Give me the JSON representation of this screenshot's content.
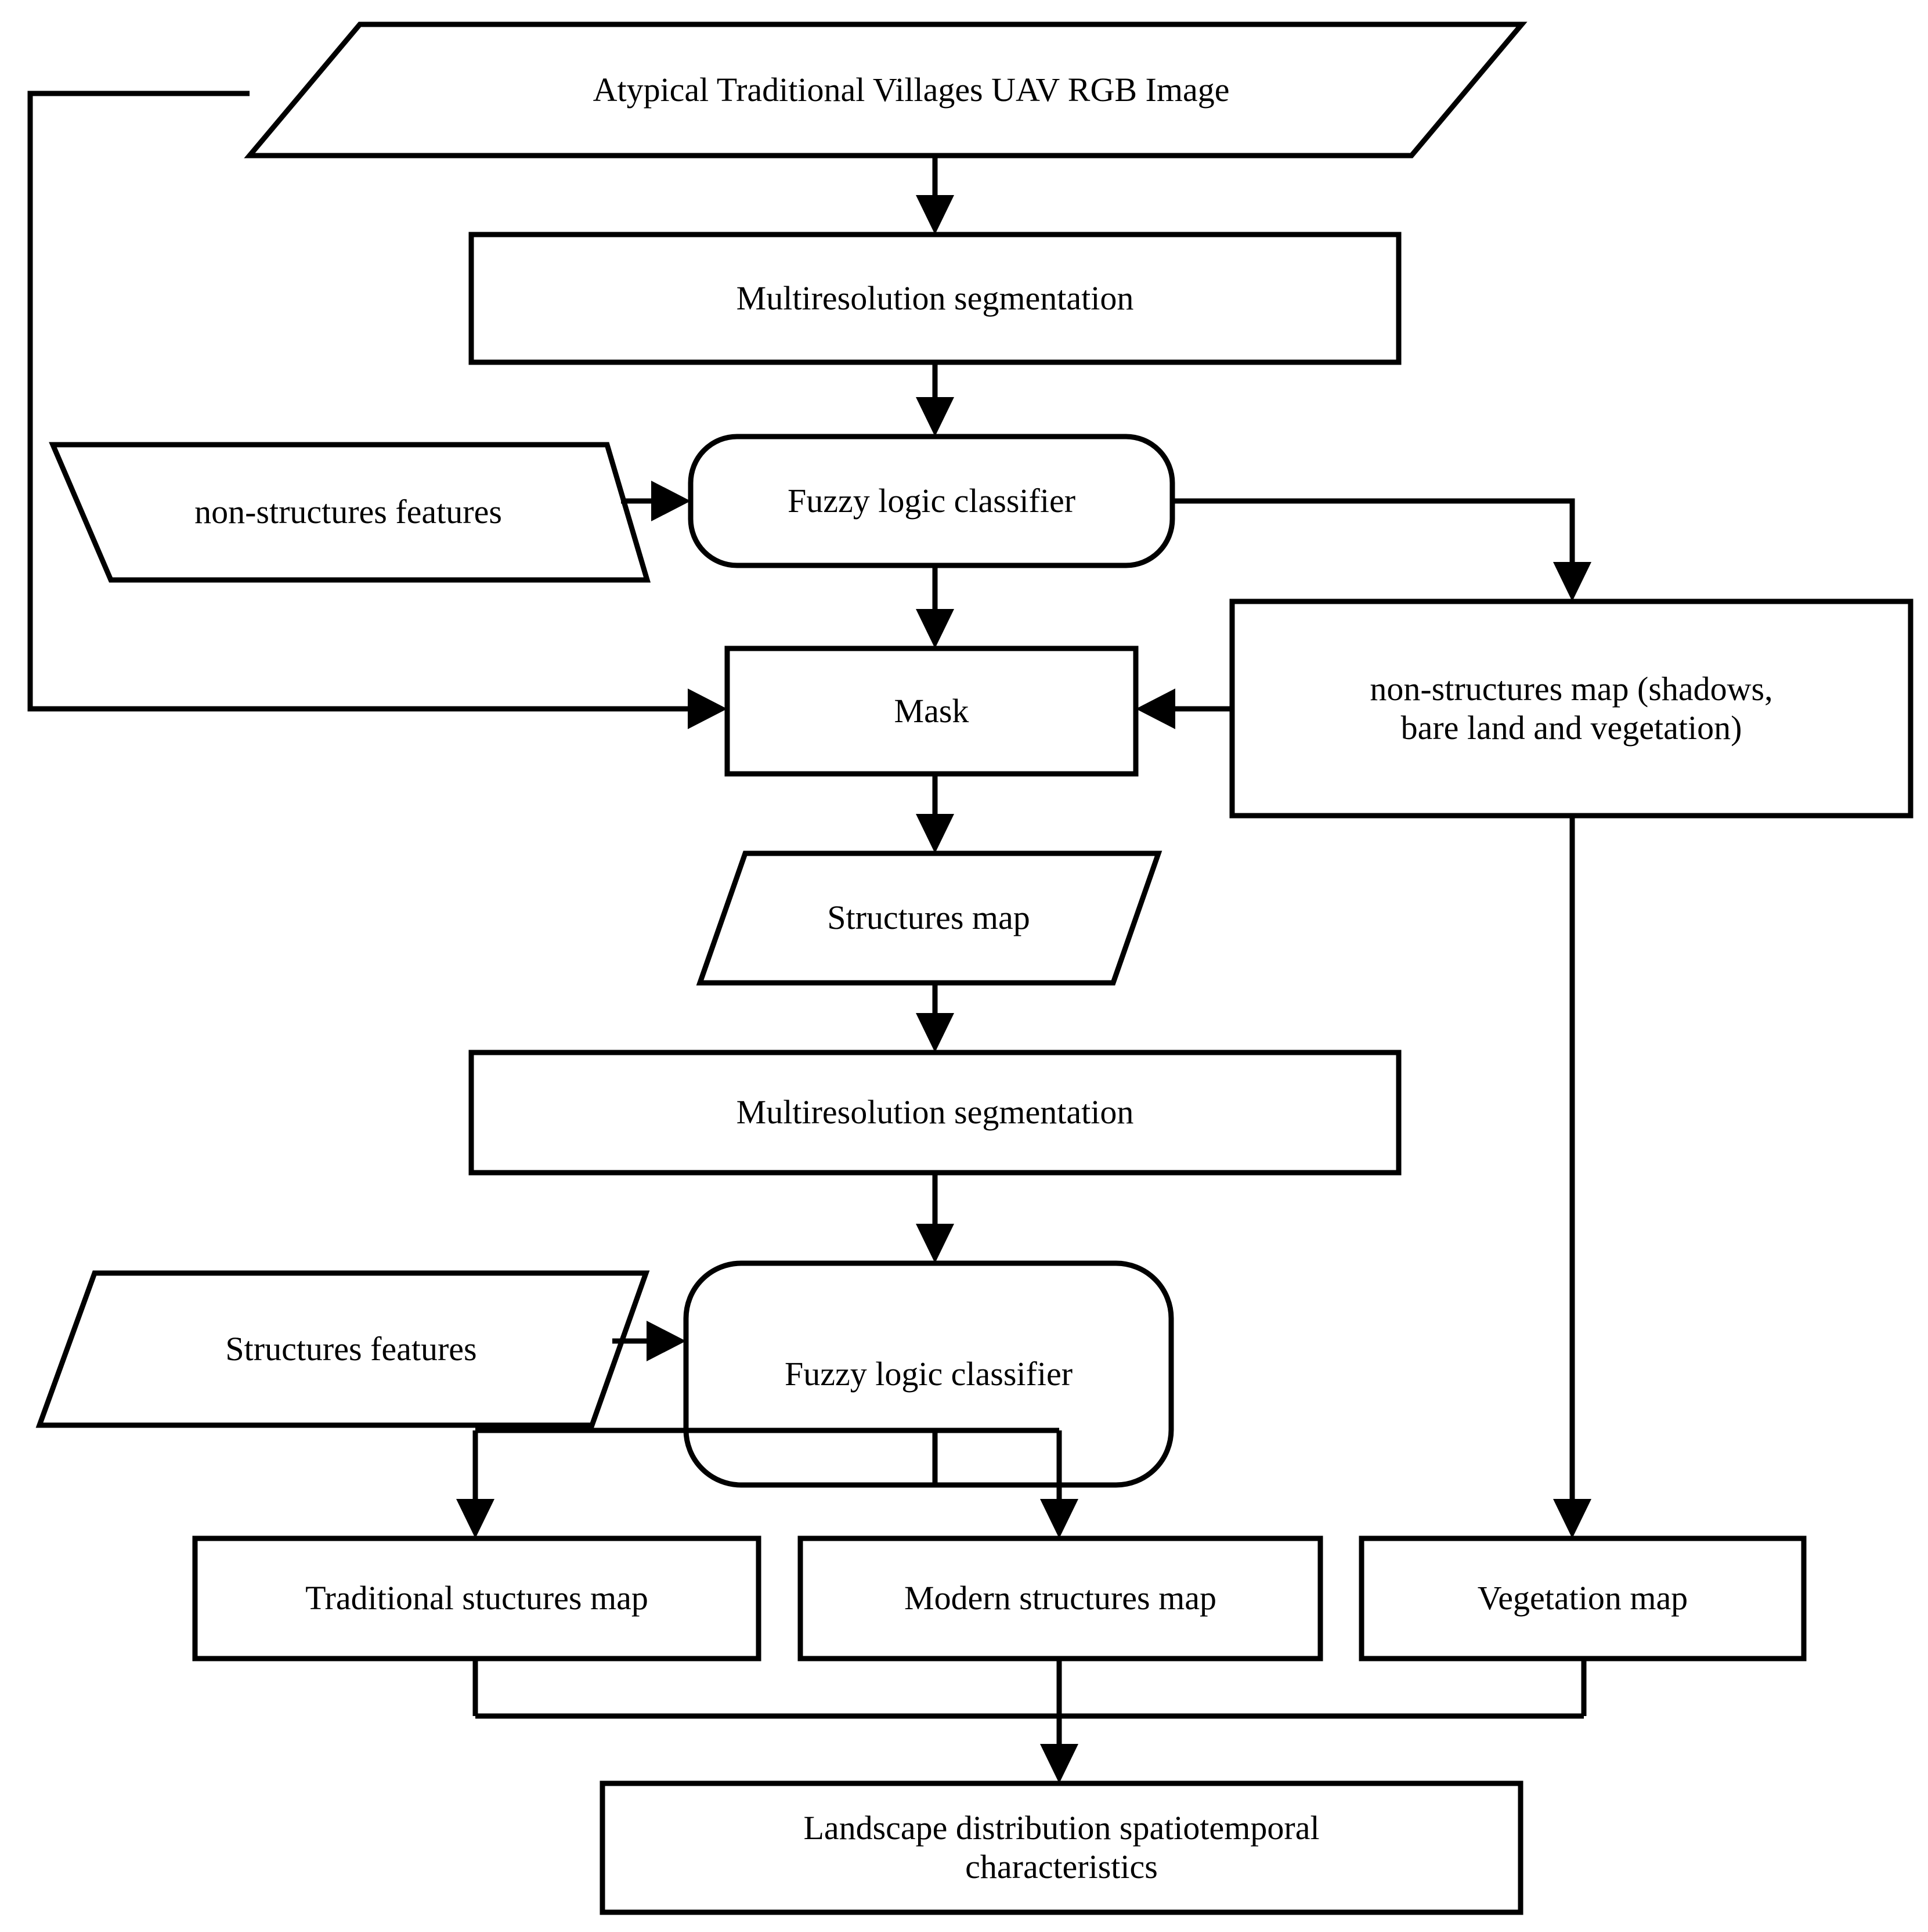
{
  "diagram": {
    "type": "flowchart",
    "title": "Atypical Traditional Villages UAV RGB Image classification workflow",
    "stroke_color": "#000000",
    "fill_color": "#ffffff",
    "nodes": [
      {
        "id": "input_image",
        "shape": "parallelogram",
        "label": "Atypical Traditional Villages  UAV RGB Image"
      },
      {
        "id": "seg1",
        "shape": "rectangle",
        "label": "Multiresolution segmentation"
      },
      {
        "id": "nonstruct_features",
        "shape": "parallelogram",
        "label": "non-structures features"
      },
      {
        "id": "fuzzy1",
        "shape": "rounded",
        "label": "Fuzzy logic classifier"
      },
      {
        "id": "mask",
        "shape": "rectangle",
        "label": "Mask"
      },
      {
        "id": "nonstruct_map",
        "shape": "rectangle",
        "label": "non-structures map (shadows, bare land and vegetation)",
        "label_line1": "non-structures map (shadows,",
        "label_line2": "bare land and vegetation)"
      },
      {
        "id": "structures_map",
        "shape": "parallelogram",
        "label": "Structures map"
      },
      {
        "id": "seg2",
        "shape": "rectangle",
        "label": "Multiresolution segmentation"
      },
      {
        "id": "struct_features",
        "shape": "parallelogram",
        "label": "Structures features"
      },
      {
        "id": "fuzzy2",
        "shape": "rounded",
        "label": "Fuzzy logic classifier"
      },
      {
        "id": "traditional_map",
        "shape": "rectangle",
        "label": "Traditional stuctures map"
      },
      {
        "id": "modern_map",
        "shape": "rectangle",
        "label": "Modern structures map"
      },
      {
        "id": "vegetation_map",
        "shape": "rectangle",
        "label": "Vegetation map"
      },
      {
        "id": "landscape",
        "shape": "rectangle",
        "label": "Landscape distribution spatiotemporal characteristics",
        "label_line1": "Landscape distribution spatiotemporal",
        "label_line2": "characteristics"
      }
    ],
    "edges": [
      {
        "from": "input_image",
        "to": "seg1"
      },
      {
        "from": "seg1",
        "to": "fuzzy1"
      },
      {
        "from": "nonstruct_features",
        "to": "fuzzy1"
      },
      {
        "from": "fuzzy1",
        "to": "mask"
      },
      {
        "from": "fuzzy1",
        "to": "nonstruct_map"
      },
      {
        "from": "input_image",
        "to": "mask"
      },
      {
        "from": "nonstruct_map",
        "to": "mask"
      },
      {
        "from": "mask",
        "to": "structures_map"
      },
      {
        "from": "structures_map",
        "to": "seg2"
      },
      {
        "from": "seg2",
        "to": "fuzzy2"
      },
      {
        "from": "struct_features",
        "to": "fuzzy2"
      },
      {
        "from": "fuzzy2",
        "to": "traditional_map"
      },
      {
        "from": "fuzzy2",
        "to": "modern_map"
      },
      {
        "from": "nonstruct_map",
        "to": "vegetation_map"
      },
      {
        "from": "traditional_map",
        "to": "landscape"
      },
      {
        "from": "modern_map",
        "to": "landscape"
      },
      {
        "from": "vegetation_map",
        "to": "landscape"
      }
    ]
  }
}
